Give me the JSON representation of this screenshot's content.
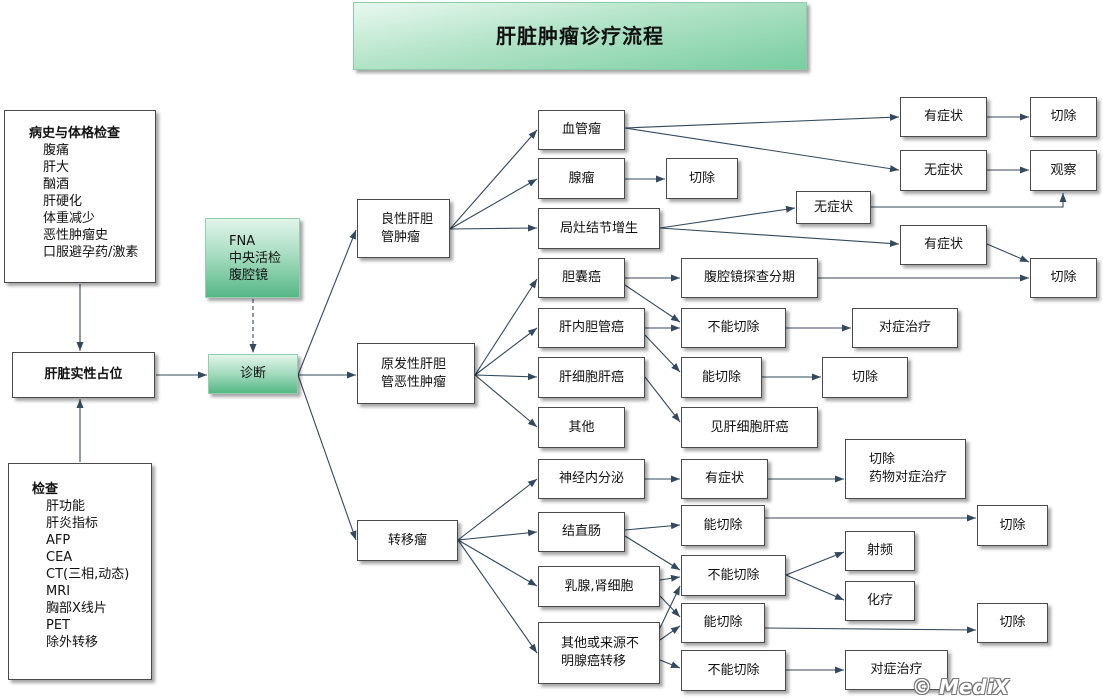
{
  "title": "肝脏肿瘤诊疗流程",
  "history": {
    "heading": "病史与体格检查",
    "items": [
      "腹痛",
      "肝大",
      "酗酒",
      "肝硬化",
      "体重减少",
      "恶性肿瘤史",
      "口服避孕药/激素"
    ]
  },
  "mass": "肝脏实性占位",
  "exams": {
    "heading": "检查",
    "items": [
      "肝功能",
      "肝炎指标",
      "AFP",
      "CEA",
      "CT(三相,动态)",
      "MRI",
      "胸部X线片",
      "PET",
      "除外转移"
    ]
  },
  "biopsy": [
    "FNA",
    "中央活检",
    "腹腔镜"
  ],
  "diagnosis": "诊断",
  "benign": {
    "label": [
      "良性肝胆",
      "管肿瘤"
    ],
    "hemangioma": {
      "label": "血管瘤",
      "symptomatic": "有症状",
      "asymptomatic": "无症状",
      "symptomatic_action": "切除",
      "asymptomatic_action": "观察"
    },
    "adenoma": {
      "label": "腺瘤",
      "action": "切除"
    },
    "fnh": {
      "label": "局灶结节增生",
      "asymptomatic": "无症状",
      "symptomatic": "有症状"
    }
  },
  "shared_resection": "切除",
  "primary": {
    "label": [
      "原发性肝胆",
      "管恶性肿瘤"
    ],
    "gallbladder": {
      "label": "胆囊癌",
      "staging": "腹腔镜探查分期"
    },
    "intrahepatic": "肝内胆管癌",
    "hcc": {
      "label": "肝细胞肝癌",
      "refer": "见肝细胞肝癌"
    },
    "other": "其他",
    "unresectable": {
      "label": "不能切除",
      "action": "对症治疗"
    },
    "resectable": {
      "label": "能切除",
      "action": "切除"
    }
  },
  "metastatic": {
    "label": "转移瘤",
    "neuroendocrine": {
      "label": "神经内分泌",
      "symptomatic": "有症状",
      "action": [
        "切除",
        "药物对症治疗"
      ]
    },
    "colorectal": {
      "label": "结直肠",
      "resectable": "能切除",
      "resectable_action": "切除"
    },
    "unresectable": {
      "label": "不能切除",
      "options": [
        "射频",
        "化疗"
      ]
    },
    "breast_renal": "乳腺,肾细胞",
    "other": [
      "其他或来源不",
      "明腺癌转移"
    ],
    "resectable": {
      "label": "能切除",
      "action": "切除"
    },
    "unresectable_other": {
      "label": "不能切除",
      "action": "对症治疗"
    }
  },
  "watermark": "© MediX",
  "colors": {
    "title_green": "#79cda1",
    "diagnosis_green": "#55b786",
    "box_border": "#4a4a4a",
    "connector": "#34495e"
  }
}
